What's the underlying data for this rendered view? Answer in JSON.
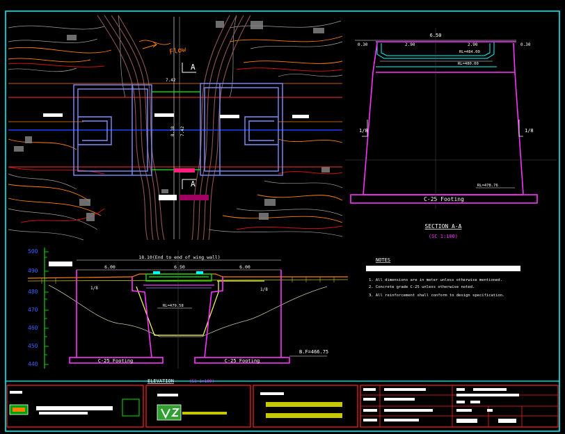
{
  "plan": {
    "flow_label": "Flow",
    "section_mark_top": "A",
    "section_mark_bottom": "A",
    "dim_top": "7.42",
    "dim_mid_left": "8.18",
    "dim_mid_right": "7.42"
  },
  "section": {
    "top_width": "6.50",
    "left_edge": "0.30",
    "right_edge": "0.30",
    "span_left": "2.90",
    "span_right": "2.90",
    "ratio_left": "1/8",
    "ratio_right": "1/8",
    "deck_level": "RL=480.00",
    "top_level": "RL=484.00",
    "footing_level": "RL=478.76",
    "footing_label": "C-25 Footing",
    "title": "SECTION A-A",
    "scale": "(SC 1:100)"
  },
  "elevation": {
    "overall_dim": "18.10(End to end of wing wall)",
    "dim_left": "6.00",
    "dim_mid": "6.50",
    "dim_right": "6.00",
    "mid_level": "RL=479.58",
    "slope_left": "1/8",
    "slope_right": "1/8",
    "footing_left": "C-25 Footing",
    "footing_right": "C-25 Footing",
    "bottom_level": "B.F=466.75",
    "title": "ELEVATION",
    "scale": "(SC 1:100)",
    "scale_ticks": [
      "500",
      "490",
      "480",
      "470",
      "460",
      "450",
      "440"
    ]
  },
  "notes": {
    "heading": "NOTES",
    "line1": "1. All dimensions are in meter unless otherwise mentioned.",
    "line2": "2. Concrete grade C-25 unless otherwise noted.",
    "line3": "3. All reinforcement shall conform to design specification."
  },
  "colors": {
    "frame": "#00ffff",
    "section_outline": "#ff33ff",
    "contour_orange": "#ff8000",
    "contour_red": "#d01010",
    "contour_grey": "#c8c8c8",
    "structure_blue": "#8090ff",
    "river_brown": "#a06060",
    "text": "#ffffff",
    "title_block_red": "#ff2020",
    "yellow_bar": "#c8c800",
    "green": "#00c000"
  }
}
